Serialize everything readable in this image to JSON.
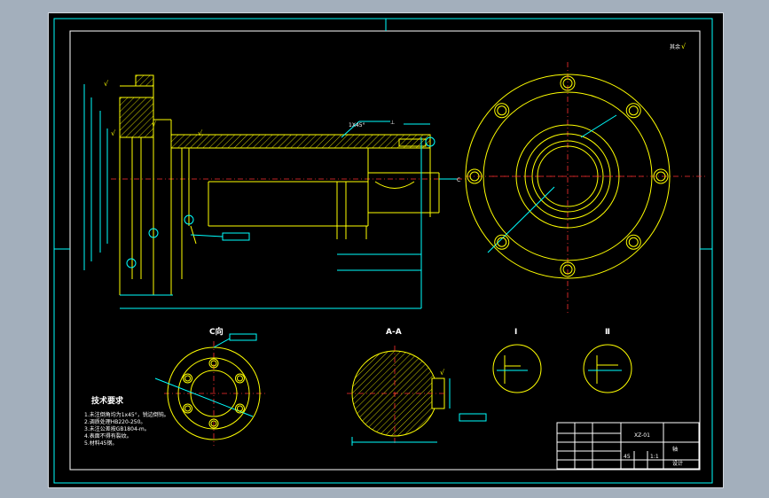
{
  "colors": {
    "background": "#a3afbc",
    "canvas": "#000000",
    "border": "#00ffff",
    "part_outline": "#ffff00",
    "dimension": "#00ffff",
    "text_white": "#ffffff",
    "leader_green": "#00ff00",
    "centerline": "#ff3030"
  },
  "labels": {
    "chamfer": "1X45°",
    "section_cd": "C向",
    "section_aa": "A-A",
    "detail_1": "Ⅰ",
    "detail_2": "Ⅱ",
    "view_c_arrow": "C",
    "tech_req_title": "技术要求",
    "roughness_corner": "其余"
  },
  "tech_requirements": [
    "1.未注倒角均为1x45°，锐边倒钝。",
    "2.调质处理HB220-250。",
    "3.未注公差按GB1804-m。",
    "4.表面不得有裂纹。",
    "5.材料45钢。"
  ],
  "title_block": {
    "drawing_no": "XZ-01",
    "part_name": "轴",
    "material": "45",
    "scale": "1:1",
    "company": "设计"
  },
  "icons": {
    "roughness": "roughness-symbol-icon",
    "section_arrow": "section-arrow-icon",
    "datum": "datum-marker-icon"
  }
}
